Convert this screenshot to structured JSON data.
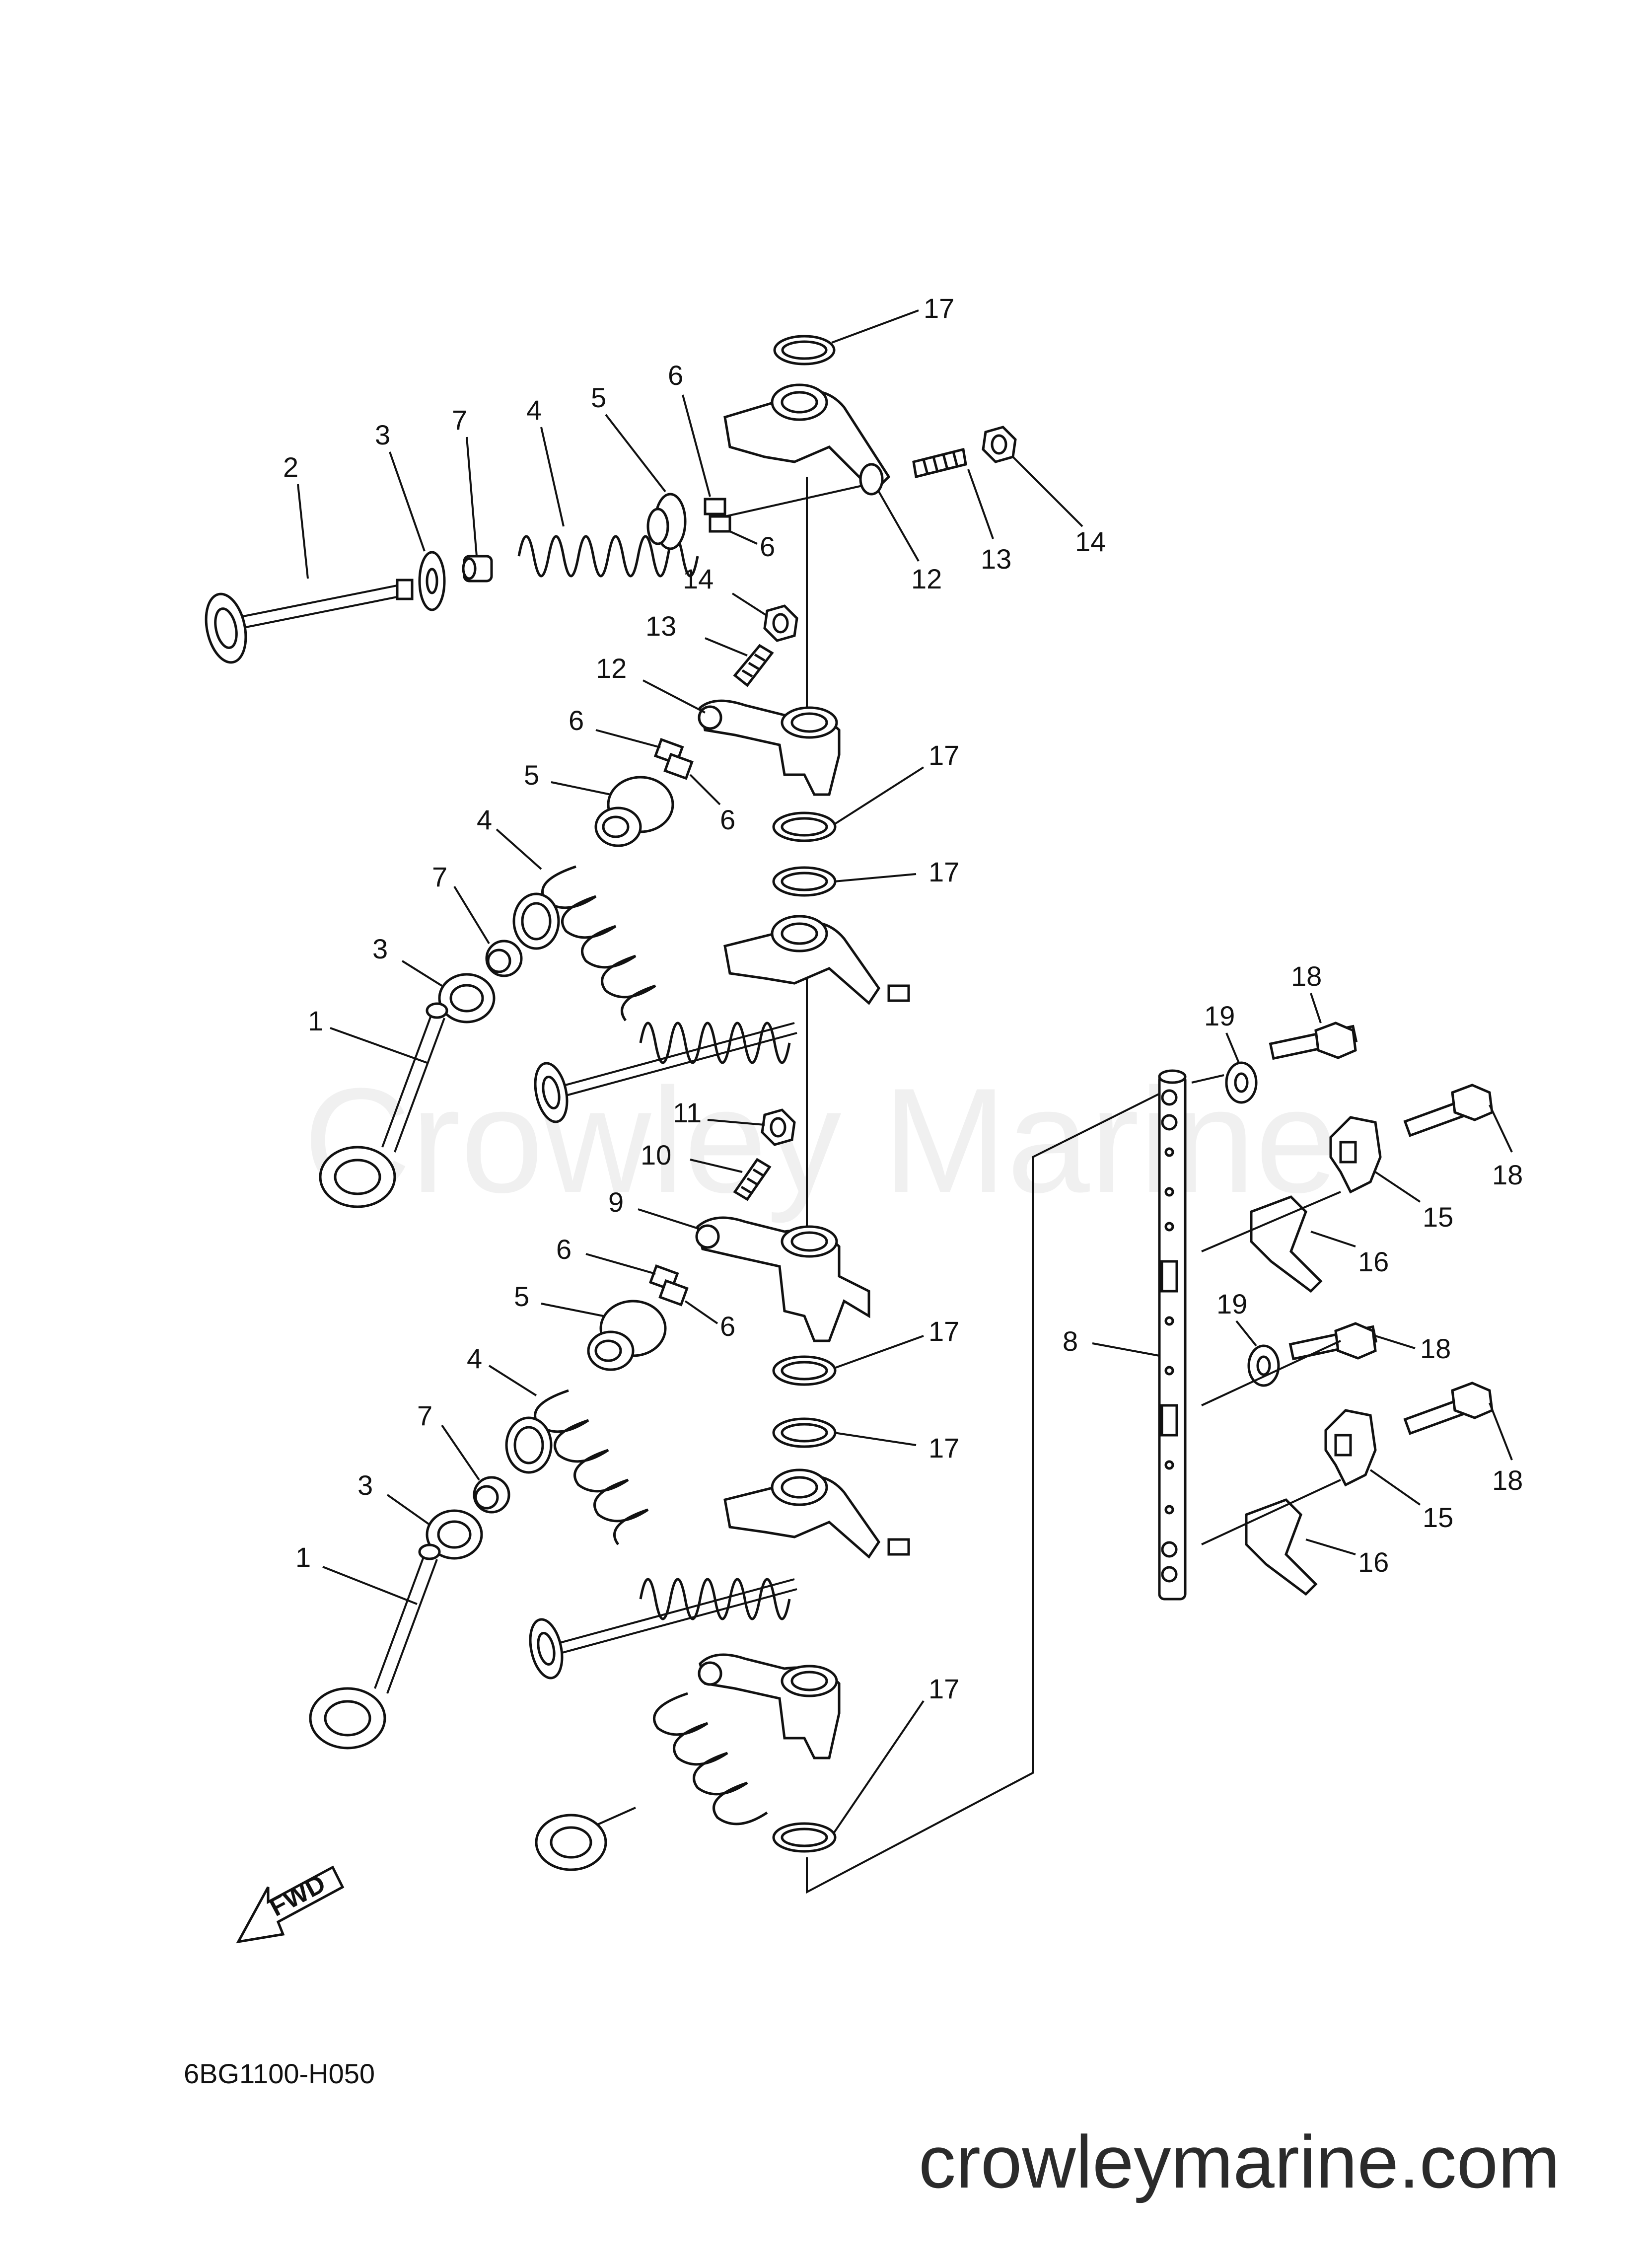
{
  "watermark": "Crowley Marine",
  "website": "crowleymarine.com",
  "diagram_code": "6BG1100-H050",
  "fwd_label": "FWD",
  "callouts": [
    {
      "id": "c17a",
      "text": "17"
    },
    {
      "id": "c6a",
      "text": "6"
    },
    {
      "id": "c2a",
      "text": "2"
    },
    {
      "id": "c3a",
      "text": "3"
    },
    {
      "id": "c7a",
      "text": "7"
    },
    {
      "id": "c4a",
      "text": "4"
    },
    {
      "id": "c5a",
      "text": "5"
    },
    {
      "id": "c6b",
      "text": "6"
    },
    {
      "id": "c12a",
      "text": "12"
    },
    {
      "id": "c13a",
      "text": "13"
    },
    {
      "id": "c14a",
      "text": "14"
    },
    {
      "id": "c14b",
      "text": "14"
    },
    {
      "id": "c13b",
      "text": "13"
    },
    {
      "id": "c12b",
      "text": "12"
    },
    {
      "id": "c6c",
      "text": "6"
    },
    {
      "id": "c6d",
      "text": "6"
    },
    {
      "id": "c5b",
      "text": "5"
    },
    {
      "id": "c4b",
      "text": "4"
    },
    {
      "id": "c7b",
      "text": "7"
    },
    {
      "id": "c3b",
      "text": "3"
    },
    {
      "id": "c1a",
      "text": "1"
    },
    {
      "id": "c17b",
      "text": "17"
    },
    {
      "id": "c17c",
      "text": "17"
    },
    {
      "id": "c18a",
      "text": "18"
    },
    {
      "id": "c19a",
      "text": "19"
    },
    {
      "id": "c18b",
      "text": "18"
    },
    {
      "id": "c15a",
      "text": "15"
    },
    {
      "id": "c16a",
      "text": "16"
    },
    {
      "id": "c11a",
      "text": "11"
    },
    {
      "id": "c10a",
      "text": "10"
    },
    {
      "id": "c9a",
      "text": "9"
    },
    {
      "id": "c6e",
      "text": "6"
    },
    {
      "id": "c6f",
      "text": "6"
    },
    {
      "id": "c5c",
      "text": "5"
    },
    {
      "id": "c17d",
      "text": "17"
    },
    {
      "id": "c8a",
      "text": "8"
    },
    {
      "id": "c4c",
      "text": "4"
    },
    {
      "id": "c19b",
      "text": "19"
    },
    {
      "id": "c18c",
      "text": "18"
    },
    {
      "id": "c7c",
      "text": "7"
    },
    {
      "id": "c3c",
      "text": "3"
    },
    {
      "id": "c17e",
      "text": "17"
    },
    {
      "id": "c1b",
      "text": "1"
    },
    {
      "id": "c18d",
      "text": "18"
    },
    {
      "id": "c15b",
      "text": "15"
    },
    {
      "id": "c16b",
      "text": "16"
    },
    {
      "id": "c17f",
      "text": "17"
    }
  ]
}
